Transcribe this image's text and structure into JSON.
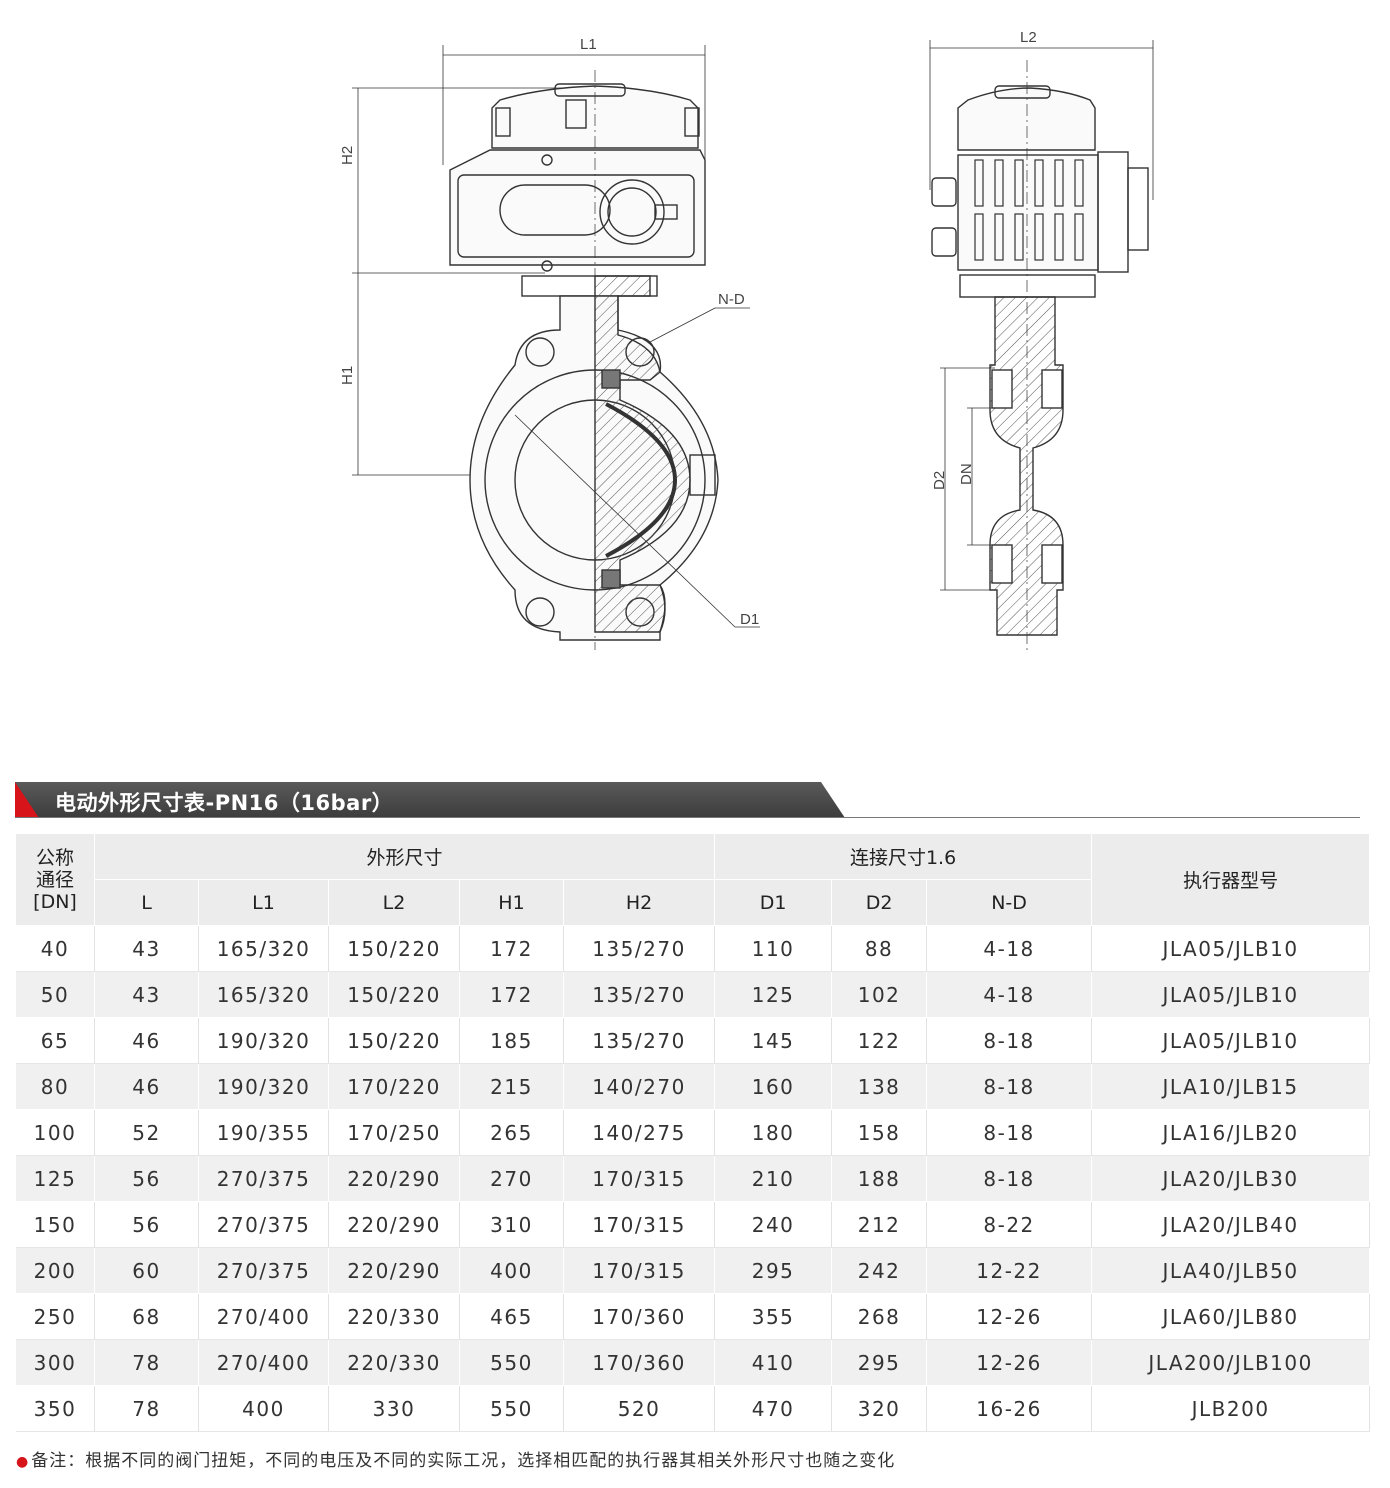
{
  "drawing": {
    "front_labels": {
      "l1": "L1",
      "h2": "H2",
      "h1": "H1",
      "nd": "N-D",
      "d1": "D1"
    },
    "side_labels": {
      "l2": "L2",
      "d2": "D2",
      "dn": "DN"
    }
  },
  "section_title": "电动外形尺寸表-PN16（16bar）",
  "table": {
    "header": {
      "dn": "公称\n通径\n[DN]",
      "group_outer": "外形尺寸",
      "group_connect": "连接尺寸1.6",
      "actuator": "执行器型号",
      "sub": [
        "L",
        "L1",
        "L2",
        "H1",
        "H2",
        "D1",
        "D2",
        "N-D"
      ]
    },
    "rows": [
      [
        "40",
        "43",
        "165/320",
        "150/220",
        "172",
        "135/270",
        "110",
        "88",
        "4-18",
        "JLA05/JLB10"
      ],
      [
        "50",
        "43",
        "165/320",
        "150/220",
        "172",
        "135/270",
        "125",
        "102",
        "4-18",
        "JLA05/JLB10"
      ],
      [
        "65",
        "46",
        "190/320",
        "150/220",
        "185",
        "135/270",
        "145",
        "122",
        "8-18",
        "JLA05/JLB10"
      ],
      [
        "80",
        "46",
        "190/320",
        "170/220",
        "215",
        "140/270",
        "160",
        "138",
        "8-18",
        "JLA10/JLB15"
      ],
      [
        "100",
        "52",
        "190/355",
        "170/250",
        "265",
        "140/275",
        "180",
        "158",
        "8-18",
        "JLA16/JLB20"
      ],
      [
        "125",
        "56",
        "270/375",
        "220/290",
        "270",
        "170/315",
        "210",
        "188",
        "8-18",
        "JLA20/JLB30"
      ],
      [
        "150",
        "56",
        "270/375",
        "220/290",
        "310",
        "170/315",
        "240",
        "212",
        "8-22",
        "JLA20/JLB40"
      ],
      [
        "200",
        "60",
        "270/375",
        "220/290",
        "400",
        "170/315",
        "295",
        "242",
        "12-22",
        "JLA40/JLB50"
      ],
      [
        "250",
        "68",
        "270/400",
        "220/330",
        "465",
        "170/360",
        "355",
        "268",
        "12-26",
        "JLA60/JLB80"
      ],
      [
        "300",
        "78",
        "270/400",
        "220/330",
        "550",
        "170/360",
        "410",
        "295",
        "12-26",
        "JLA200/JLB100"
      ],
      [
        "350",
        "78",
        "400",
        "330",
        "550",
        "520",
        "470",
        "320",
        "16-26",
        "JLB200"
      ]
    ]
  },
  "note": "备注：根据不同的阀门扭矩，不同的电压及不同的实际工况，选择相匹配的执行器其相关外形尺寸也随之变化"
}
